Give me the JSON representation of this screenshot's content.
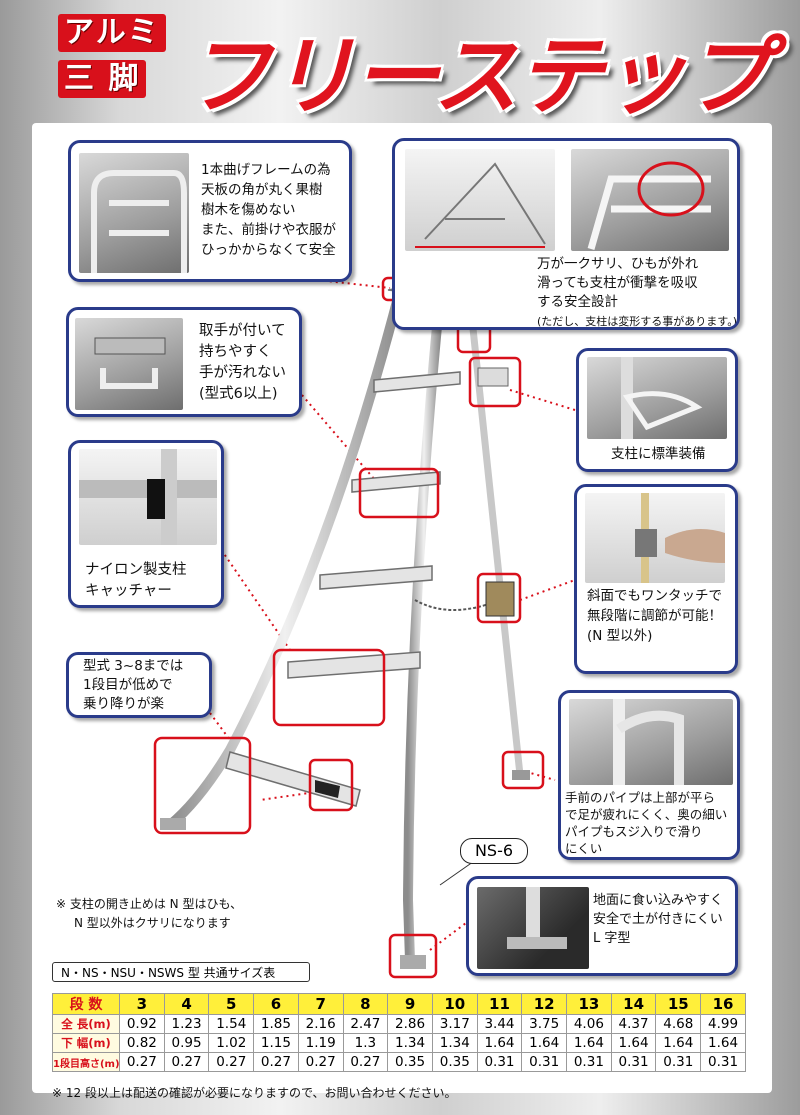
{
  "header": {
    "tag_line1": "アルミ",
    "tag_line2": "三 脚",
    "title": "フリーステップ"
  },
  "callouts": {
    "frame": [
      "1本曲げフレームの為",
      "天板の角が丸く果樹",
      "樹木を傷めない",
      "また、前掛けや衣服が",
      "ひっかからなくて安全"
    ],
    "support": [
      "万が一クサリ、ひもが外れ",
      "滑っても支柱が衝撃を吸収",
      "する安全設計",
      "(ただし、支柱は変形する事があります。)"
    ],
    "handle": [
      "取手が付いて",
      "持ちやすく",
      "手が汚れない",
      "(型式6以上)"
    ],
    "standard": [
      "支柱に標準装備"
    ],
    "catcher": [
      "ナイロン製支柱",
      "キャッチャー"
    ],
    "slope": [
      "斜面でもワンタッチで",
      "無段階に調節が可能！",
      "(N 型以外)"
    ],
    "low_step": [
      "型式 3~8までは",
      "1段目が低めで",
      "乗り降りが楽"
    ],
    "pipe": [
      "手前のパイプは上部が平ら",
      "で足が疲れにくく、奥の細い",
      "パイプもスジ入りで滑り",
      "にくい"
    ],
    "ground": [
      "地面に食い込みやすく",
      "安全で土が付きにくい",
      "L 字型"
    ]
  },
  "model_label": "NS-6",
  "side_note": [
    "※ 支柱の開き止めは N 型はひも、",
    "N 型以外はクサリになります"
  ],
  "table": {
    "title": "N・NS・NSU・NSWS 型 共通サイズ表",
    "headers": [
      "段 数",
      "3",
      "4",
      "5",
      "6",
      "7",
      "8",
      "9",
      "10",
      "11",
      "12",
      "13",
      "14",
      "15",
      "16"
    ],
    "rows": [
      {
        "label": "全 長(m)",
        "values": [
          "0.92",
          "1.23",
          "1.54",
          "1.85",
          "2.16",
          "2.47",
          "2.86",
          "3.17",
          "3.44",
          "3.75",
          "4.06",
          "4.37",
          "4.68",
          "4.99"
        ]
      },
      {
        "label": "下 幅(m)",
        "values": [
          "0.82",
          "0.95",
          "1.02",
          "1.15",
          "1.19",
          "1.3",
          "1.34",
          "1.34",
          "1.64",
          "1.64",
          "1.64",
          "1.64",
          "1.64",
          "1.64"
        ]
      },
      {
        "label": "1段目高さ(m)",
        "values": [
          "0.27",
          "0.27",
          "0.27",
          "0.27",
          "0.27",
          "0.27",
          "0.35",
          "0.35",
          "0.31",
          "0.31",
          "0.31",
          "0.31",
          "0.31",
          "0.31"
        ]
      }
    ]
  },
  "footnote": "※ 12 段以上は配送の確認が必要になりますので、お問い合わせください。",
  "colors": {
    "accent_red": "#d8101b",
    "callout_border": "#2a3b8a",
    "table_yellow": "#ffef3a"
  }
}
